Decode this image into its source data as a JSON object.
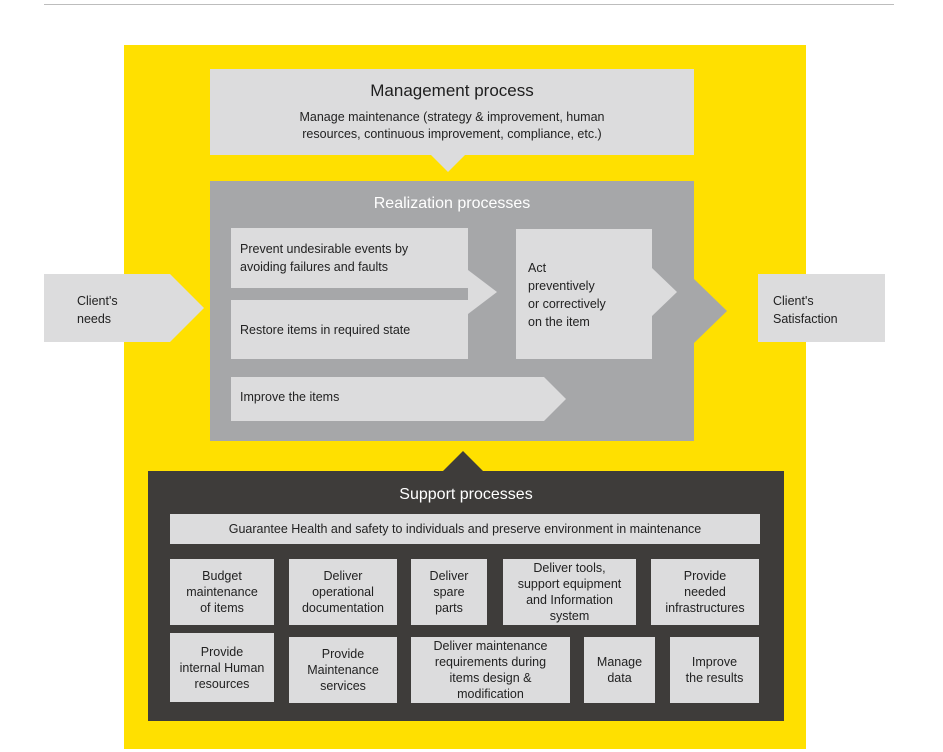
{
  "management": {
    "title": "Management process",
    "description": "Manage maintenance (strategy & improvement, human\nresources, continuous improvement, compliance, etc.)"
  },
  "realization": {
    "title": "Realization processes",
    "prevent": "Prevent undesirable events by\navoiding failures and faults",
    "restore": "Restore items in required state",
    "improve": "Improve the items",
    "act": "Act\npreventively\nor correctively\non the item"
  },
  "client": {
    "needs": "Client's\nneeds",
    "satisfaction": "Client's\nSatisfaction"
  },
  "support": {
    "title": "Support processes",
    "guarantee": "Guarantee Health and safety to individuals and preserve environment in maintenance",
    "row1": [
      "Budget\nmaintenance\nof items",
      "Deliver\noperational\ndocumentation",
      "Deliver\nspare\nparts",
      "Deliver tools,\nsupport equipment\nand Information\nsystem",
      "Provide\nneeded\ninfrastructures"
    ],
    "row2": [
      "Provide\ninternal Human\nresources",
      "Provide\nMaintenance\nservices",
      "Deliver maintenance\nrequirements during\nitems design &\nmodification",
      "Manage\ndata",
      "Improve\nthe results"
    ]
  },
  "colors": {
    "yellow": "#ffe000",
    "light_gray": "#dcdcdd",
    "mid_gray": "#a6a7a9",
    "dark": "#3e3c3a"
  }
}
